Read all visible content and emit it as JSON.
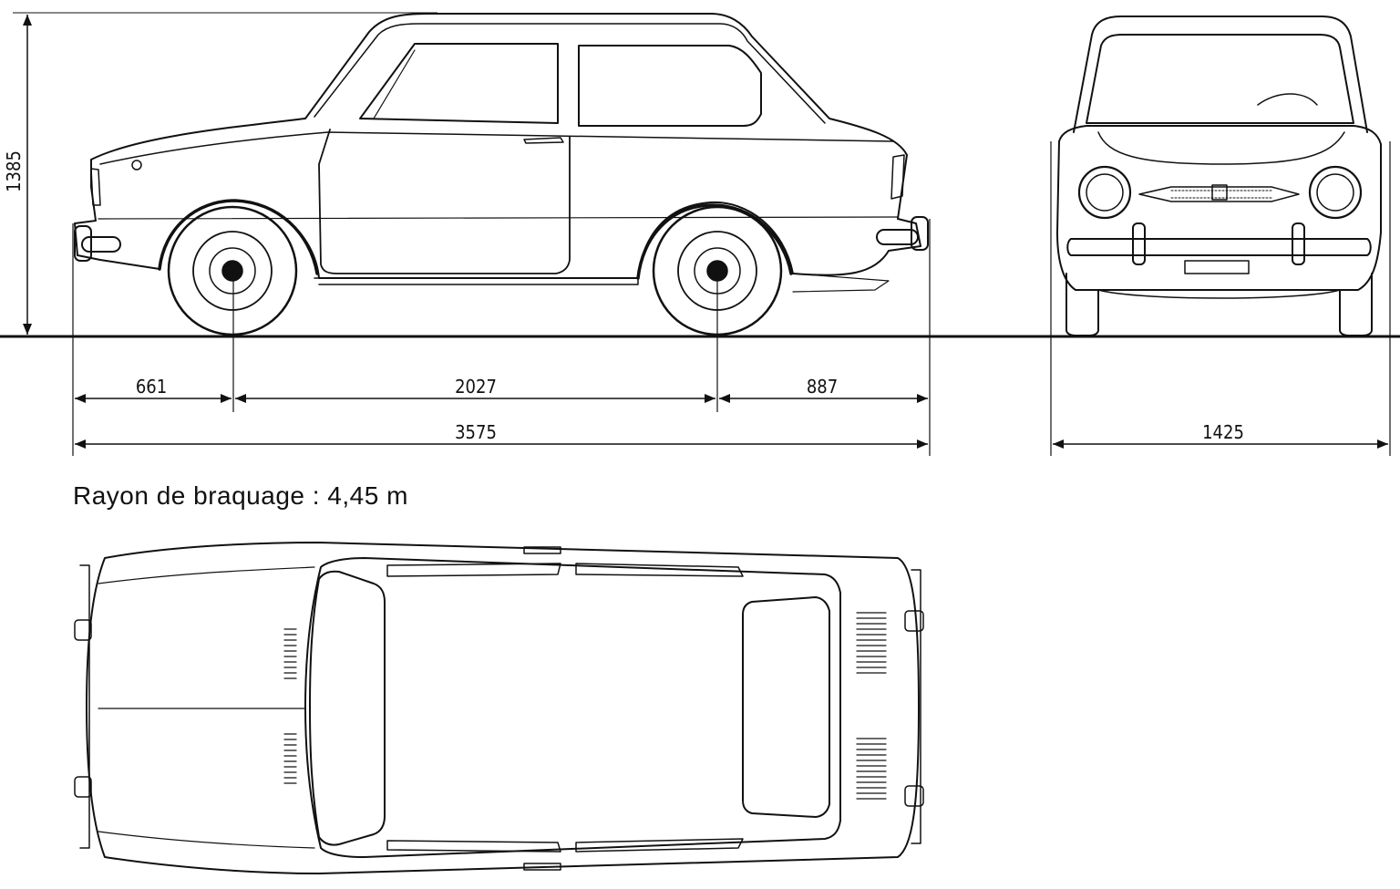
{
  "drawing": {
    "ink_color": "#111111",
    "paper_color": "#ffffff"
  },
  "dimensions": {
    "height": "1385",
    "front_overhang": "661",
    "wheelbase": "2027",
    "rear_overhang": "887",
    "overall_length": "3575",
    "overall_width": "1425"
  },
  "notes": {
    "turning_radius": "Rayon de braquage : 4,45 m"
  }
}
